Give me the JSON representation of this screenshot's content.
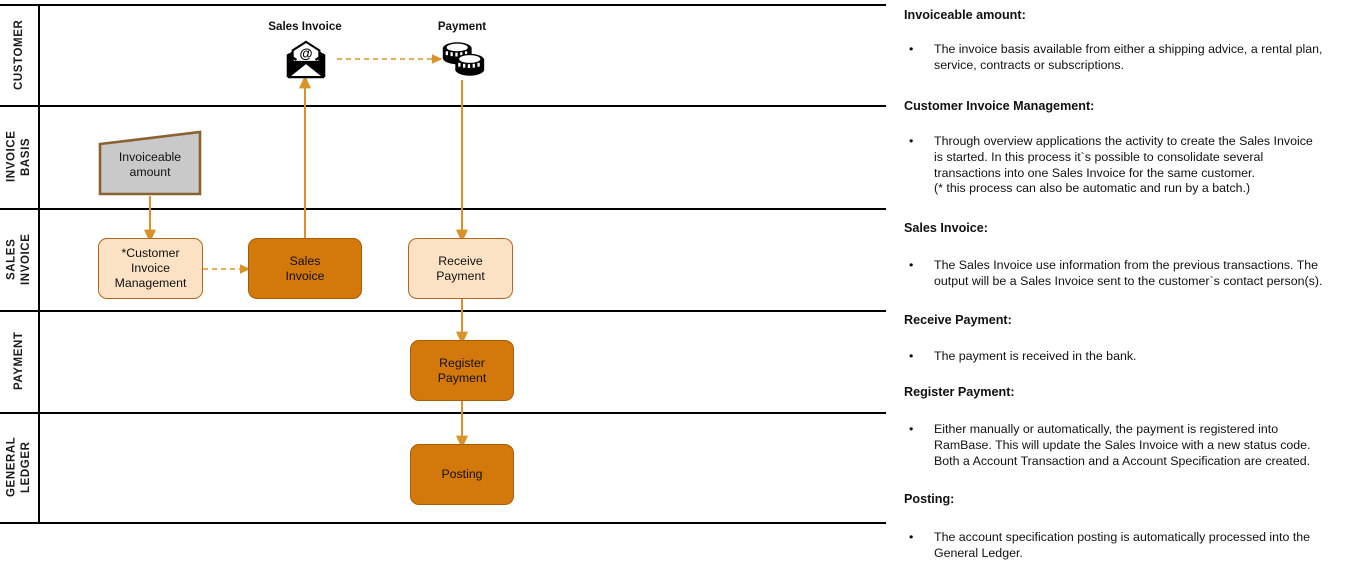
{
  "diagram": {
    "lanes": [
      {
        "id": "customer",
        "label": "CUSTOMER"
      },
      {
        "id": "invoice-basis",
        "label": "INVOICE\nBASIS"
      },
      {
        "id": "sales-invoice",
        "label": "SALES\nINVOICE"
      },
      {
        "id": "payment",
        "label": "PAYMENT"
      },
      {
        "id": "general-ledger",
        "label": "GENERAL\nLEDGER"
      }
    ],
    "icons": [
      {
        "id": "sales-invoice-envelope",
        "caption": "Sales Invoice",
        "glyph": "envelope-at-icon"
      },
      {
        "id": "payment-coins",
        "caption": "Payment",
        "glyph": "coins-icon"
      }
    ],
    "nodes": [
      {
        "id": "invoiceable-amount",
        "label": "Invoiceable\namount",
        "style": "document"
      },
      {
        "id": "customer-invoice-management",
        "label": "*Customer\nInvoice\nManagement",
        "style": "light"
      },
      {
        "id": "sales-invoice",
        "label": "Sales\nInvoice",
        "style": "dark"
      },
      {
        "id": "receive-payment",
        "label": "Receive\nPayment",
        "style": "light"
      },
      {
        "id": "register-payment",
        "label": "Register\nPayment",
        "style": "dark"
      },
      {
        "id": "posting",
        "label": "Posting",
        "style": "dark"
      }
    ],
    "colors": {
      "accent": "#d3780b",
      "accent_border": "#a85c06",
      "light_fill": "#fbe2c4",
      "light_border": "#b5651d",
      "document_fill": "#c9c9c9",
      "document_border": "#8a6130",
      "connector": "#d9922a",
      "lane_rule": "#000000"
    }
  },
  "panel": {
    "sections": [
      {
        "id": "invoiceable-amount",
        "heading": "Invoiceable amount:",
        "bullet": "•",
        "text": "The invoice basis available from either a shipping advice, a rental plan,\nservice, contracts or subscriptions."
      },
      {
        "id": "customer-invoice-management",
        "heading": "Customer Invoice Management:",
        "bullet": "•",
        "text": "Through overview applications the activity to create the Sales Invoice\nis started. In this process it`s possible to consolidate several\ntransactions into one Sales Invoice for the same customer.\n(* this process can also be automatic and run by a batch.)"
      },
      {
        "id": "sales-invoice",
        "heading": "Sales Invoice:",
        "bullet": "•",
        "text": "The Sales Invoice use information from the previous transactions. The\noutput will be a Sales Invoice sent to the customer`s contact person(s)."
      },
      {
        "id": "receive-payment",
        "heading": "Receive Payment:",
        "bullet": "•",
        "text": "The payment is received in the bank."
      },
      {
        "id": "register-payment",
        "heading": "Register Payment:",
        "bullet": "•",
        "text": "Either manually or automatically, the payment is registered into\nRamBase. This will update the Sales Invoice with a new status code.\nBoth a Account Transaction and a Account Specification are created."
      },
      {
        "id": "posting",
        "heading": "Posting:",
        "bullet": "•",
        "text": "The account specification posting is automatically processed into the\nGeneral Ledger."
      }
    ]
  }
}
